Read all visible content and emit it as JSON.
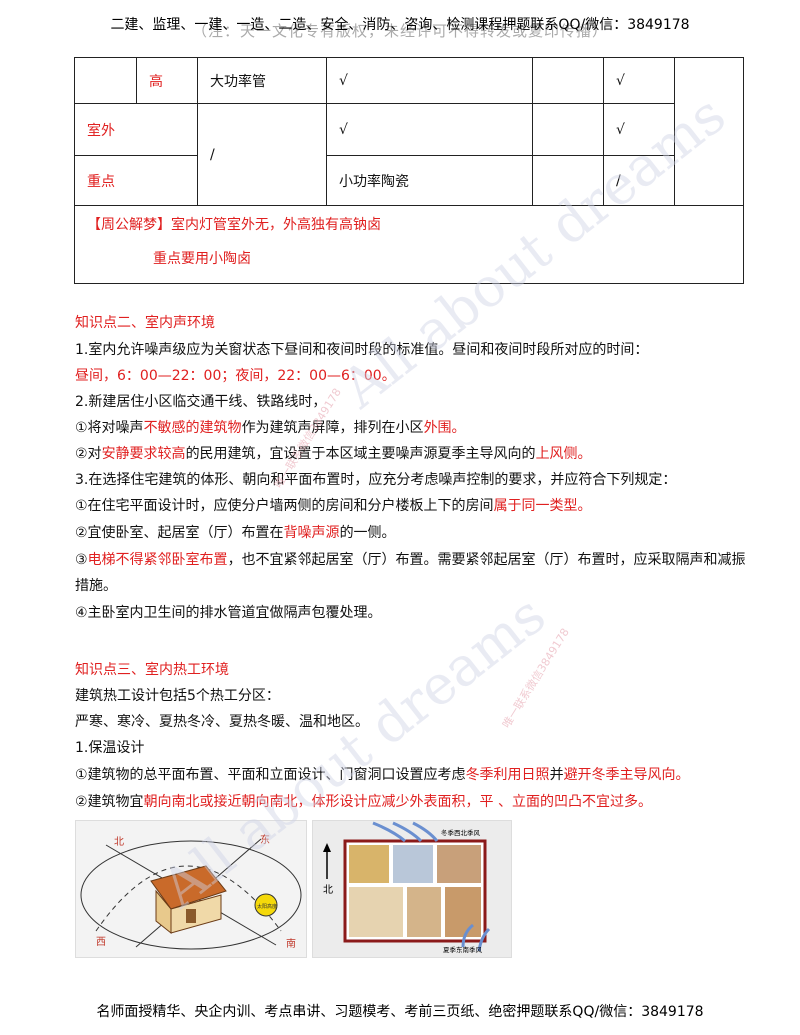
{
  "header": {
    "line": "二建、监理、一建、一造、二造、安全、消防、咨询、检测课程押题联系QQ/微信：3849178",
    "notice": "（注：天一文化专有版权，未经许可不得转发或复印传播）"
  },
  "table": {
    "rows": [
      {
        "label": "高",
        "type": "大功率管",
        "c1": "√",
        "c2": "√"
      },
      {
        "label": "室外",
        "type": "/",
        "c1": "√",
        "c2": "√"
      },
      {
        "label": "重点",
        "c1": "小功率陶瓷",
        "c2": "/"
      }
    ],
    "mnemonic_1": "【周公解梦】室内灯管室外无，外高独有高钠卤",
    "mnemonic_2": "重点要用小陶卤"
  },
  "section2": {
    "title": "知识点二、室内声环境",
    "p1": "1.室内允许噪声级应为关窗状态下昼间和夜间时段的标准值。昼间和夜间时段所对应的时间：",
    "p1_red": "昼间，6：00—22：00；夜间，22：00—6：00。",
    "p2": "2.新建居住小区临交通干线、铁路线时，",
    "p3a": "①将对噪声",
    "p3b": "不敏感的建筑物",
    "p3c": "作为建筑声屏障，排列在小区",
    "p3d": "外围。",
    "p4a": "②对",
    "p4b": "安静要求较高",
    "p4c": "的民用建筑，宜设置于本区域主要噪声源夏季主导风向的",
    "p4d": "上风侧。",
    "p5": "3.在选择住宅建筑的体形、朝向和平面布置时，应充分考虑噪声控制的要求，并应符合下列规定：",
    "p6a": "①在住宅平面设计时，应使分户墙两侧的房间和分户楼板上下的房间",
    "p6b": "属于同一类型。",
    "p7a": "②宜使卧室、起居室（厅）布置在",
    "p7b": "背噪声源",
    "p7c": "的一侧。",
    "p8a": "③",
    "p8b": "电梯不得紧邻卧室布置",
    "p8c": "，也不宜紧邻起居室（厅）布置。需要紧邻起居室（厅）布置时，应采取隔声和减振",
    "p8d": "措施。",
    "p9": "④主卧室内卫生间的排水管道宜做隔声包覆处理。"
  },
  "section3": {
    "title": "知识点三、室内热工环境",
    "p1": "建筑热工设计包括5个热工分区：",
    "p2": "严寒、寒冷、夏热冬冷、夏热冬暖、温和地区。",
    "p3": "1.保温设计",
    "p4a": "①建筑物的总平面布置、平面和立面设计、门窗洞口设置应考虑",
    "p4b": "冬季利用日照",
    "p4c": "并",
    "p4d": "避开冬季主导风向。",
    "p5a": "②建筑物宜",
    "p5b": "朝向南北或接近朝向南北，体形设计应减少外表面积，平 、立面的凹凸不宜过多。"
  },
  "figure1": {
    "north": "北",
    "east": "东",
    "west": "西",
    "south": "南",
    "sun": "太阳高度"
  },
  "figure2": {
    "north": "北",
    "winter": "冬季西北季风",
    "summer": "夏季东南季风"
  },
  "watermark": {
    "text": "All about dreams",
    "text2": "唯一联系微信3849178"
  },
  "footer": "名师面授精华、央企内训、考点串讲、习题模考、考前三页纸、绝密押题联系QQ/微信：3849178",
  "colors": {
    "accent": "#e02020"
  }
}
